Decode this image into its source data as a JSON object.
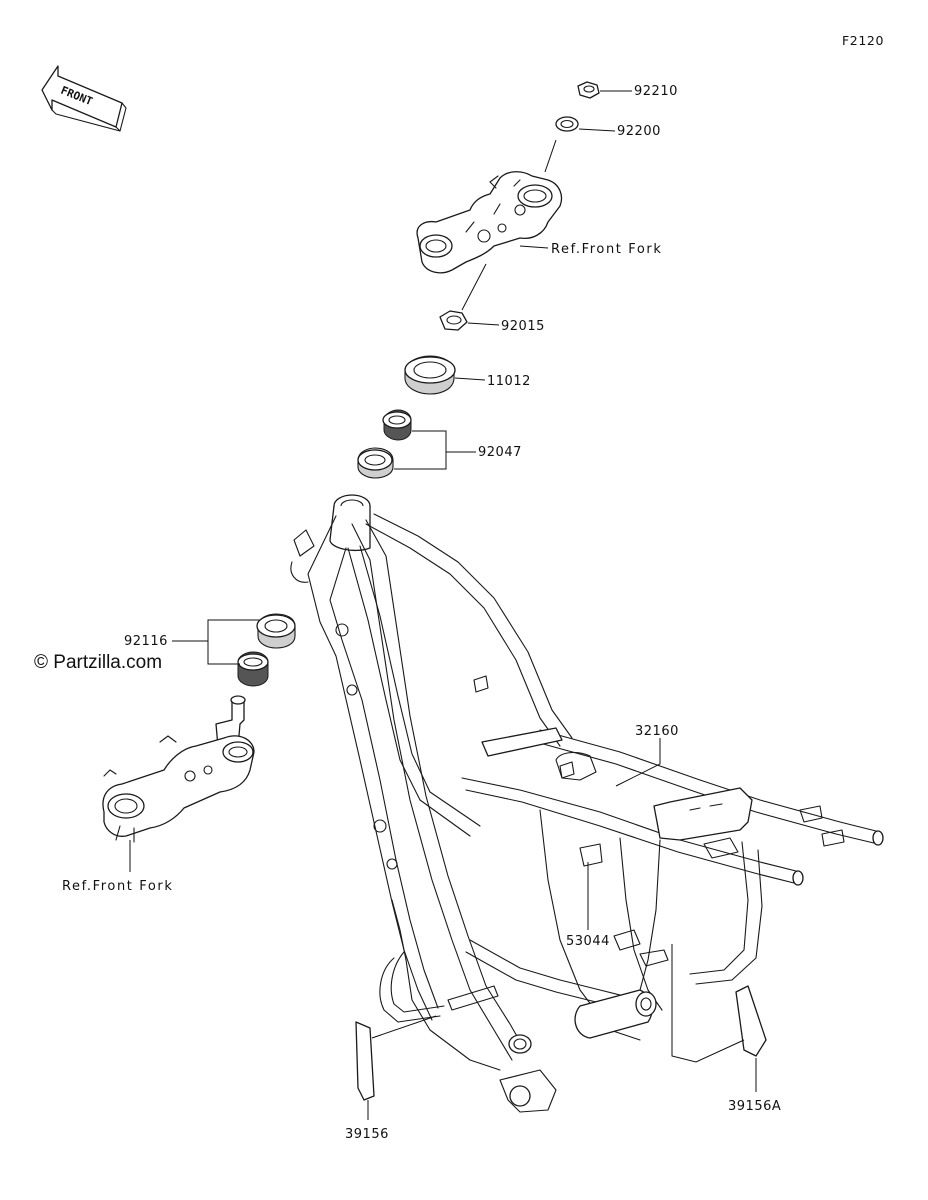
{
  "figure_code": "F2120",
  "watermark": "© Partzilla.com",
  "front_arrow_label": "FRONT",
  "callouts": {
    "p92210": "92210",
    "p92200": "92200",
    "ref_upper": "Ref.Front Fork",
    "p92015": "92015",
    "p11012": "11012",
    "p92047": "92047",
    "p92116": "92116",
    "p32160": "32160",
    "p53044": "53044",
    "ref_lower": "Ref.Front Fork",
    "p39156": "39156",
    "p39156A": "39156A"
  }
}
